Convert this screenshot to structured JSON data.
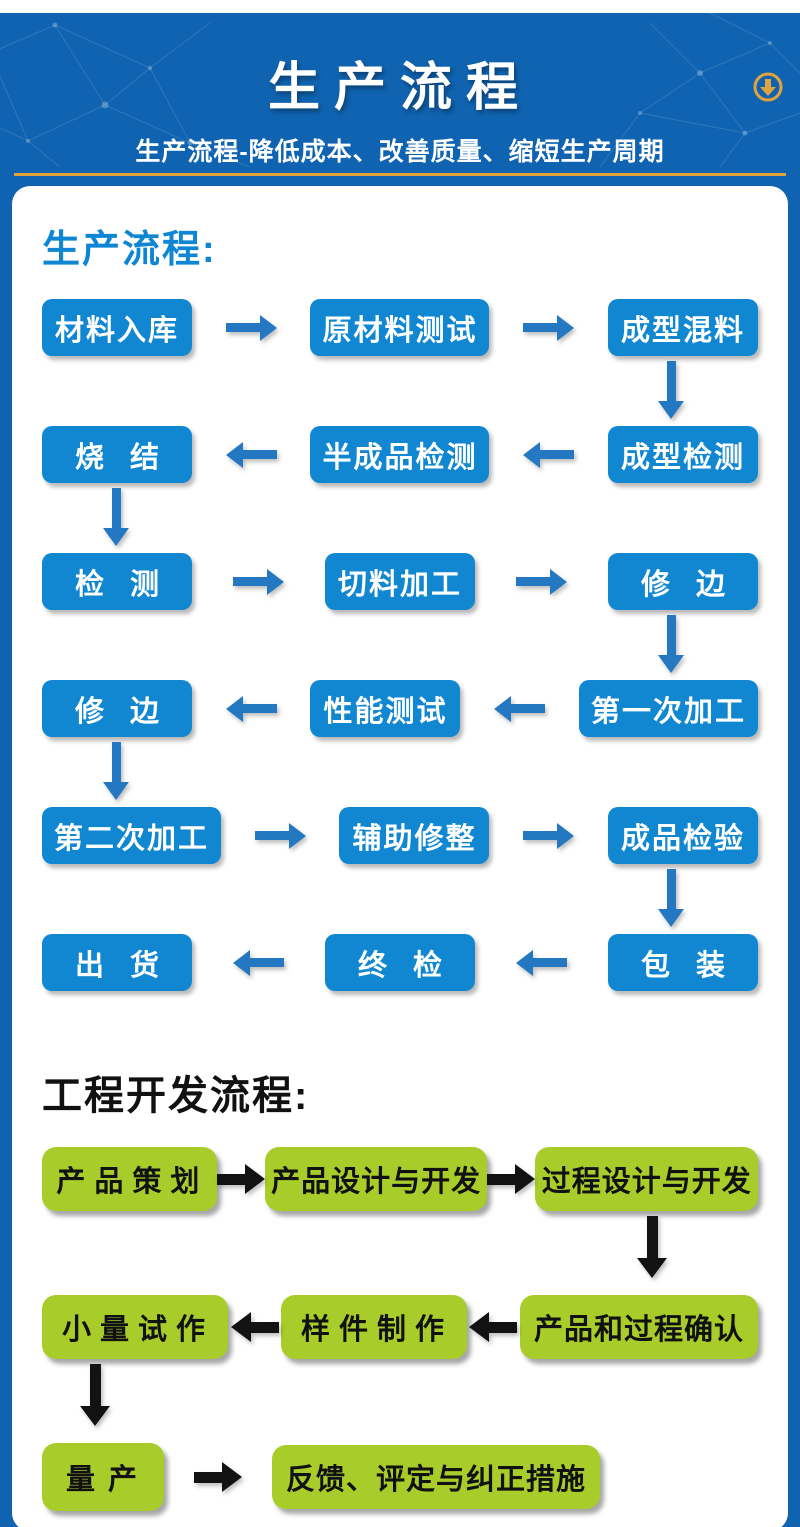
{
  "header": {
    "title": "生产流程",
    "subtitle": "生产流程-降低成本、改善质量、缩短生产周期"
  },
  "colors": {
    "background_blue": "#0f63b0",
    "box_blue": "#1187d2",
    "arrow_blue": "#2478c2",
    "heading_blue": "#0e86d3",
    "box_green": "#a8cc29",
    "arrow_black": "#121212",
    "accent_orange": "#e2a33c",
    "blue_box_text": "#ffffff",
    "green_box_text": "#111111"
  },
  "production_flow": {
    "heading": "生产流程:",
    "rows": [
      {
        "boxes": [
          "材料入库",
          "原材料测试",
          "成型混料"
        ],
        "arrow_direction": "right",
        "down_arrow_after_column": "right"
      },
      {
        "boxes": [
          "烧结",
          "半成品检测",
          "成型检测"
        ],
        "arrow_direction": "left",
        "down_arrow_after_column": "left"
      },
      {
        "boxes": [
          "检测",
          "切料加工",
          "修边"
        ],
        "arrow_direction": "right",
        "down_arrow_after_column": "right"
      },
      {
        "boxes": [
          "修边",
          "性能测试",
          "第一次加工"
        ],
        "arrow_direction": "left",
        "down_arrow_after_column": "left"
      },
      {
        "boxes": [
          "第二次加工",
          "辅助修整",
          "成品检验"
        ],
        "arrow_direction": "right",
        "down_arrow_after_column": "right"
      },
      {
        "boxes": [
          "出货",
          "终检",
          "包装"
        ],
        "arrow_direction": "left",
        "down_arrow_after_column": null
      }
    ]
  },
  "engineering_flow": {
    "heading": "工程开发流程:",
    "rows": [
      {
        "boxes": [
          "产品策划",
          "产品设计与开发",
          "过程设计与开发"
        ],
        "arrow_direction": "right",
        "down_arrow_after_column": "right"
      },
      {
        "boxes": [
          "小量试作",
          "样件制作",
          "产品和过程确认"
        ],
        "arrow_direction": "left",
        "down_arrow_after_column": "left"
      },
      {
        "boxes": [
          "量产",
          "反馈、评定与纠正措施"
        ],
        "arrow_direction": "right",
        "down_arrow_after_column": null,
        "layout": "start"
      }
    ]
  }
}
